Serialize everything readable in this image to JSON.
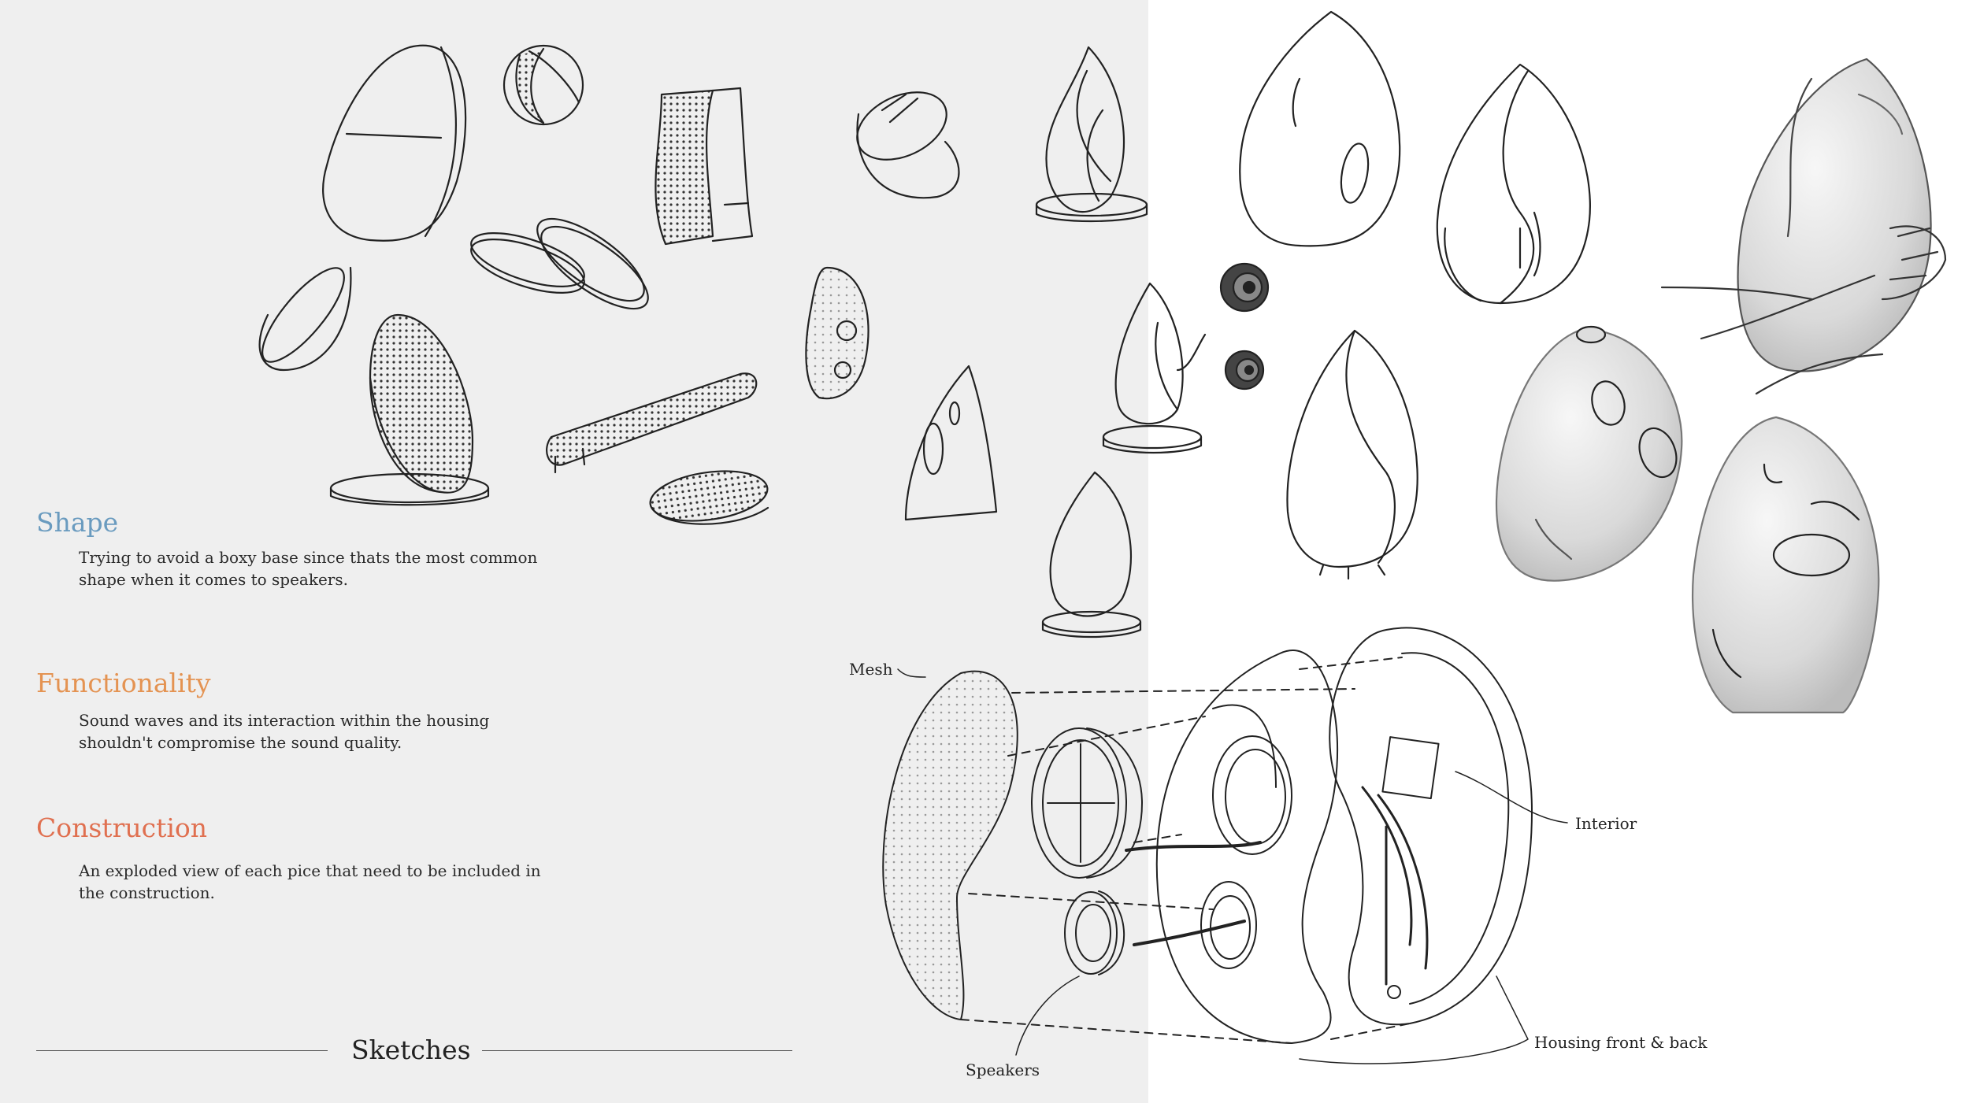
{
  "sections": [
    {
      "heading": "Shape",
      "color": "#6a9bbf",
      "body": "Trying to avoid a boxy base since thats the most common shape when it comes to speakers."
    },
    {
      "heading": "Functionality",
      "color": "#e49352",
      "body": "Sound waves and its interaction within the housing shouldn't compromise the sound quality."
    },
    {
      "heading": "Construction",
      "color": "#e07050",
      "body": "An exploded view of each pice that need to be included in the construction."
    }
  ],
  "footer": {
    "title": "Sketches"
  },
  "exploded_labels": {
    "mesh": "Mesh",
    "interior": "Interior",
    "speakers": "Speakers",
    "housing": "Housing front & back"
  }
}
